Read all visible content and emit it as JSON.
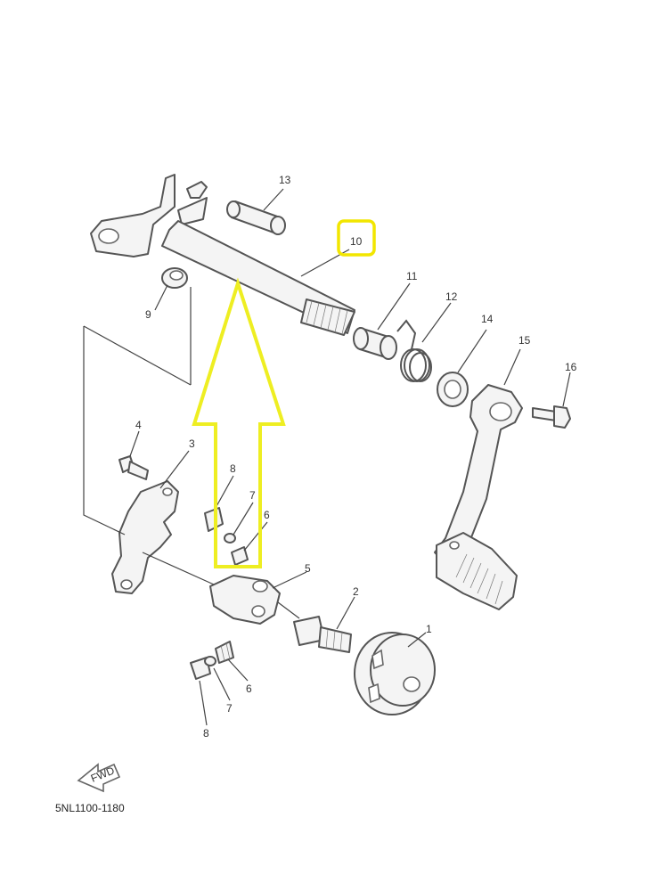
{
  "diagram": {
    "callouts": {
      "p1": "1",
      "p2": "2",
      "p3": "3",
      "p4": "4",
      "p5": "5",
      "p6_upper": "6",
      "p6_lower": "6",
      "p7_upper": "7",
      "p7_lower": "7",
      "p8_upper": "8",
      "p8_lower": "8",
      "p9": "9",
      "p10": "10",
      "p11": "11",
      "p12": "12",
      "p13": "13",
      "p14": "14",
      "p15": "15",
      "p16": "16"
    },
    "fwd_label": "FWD",
    "drawing_code": "5NL1100-1180"
  },
  "annotations": {
    "highlight_color": "#f2e600",
    "arrow_color": "#eeee22",
    "highlighted_part": "10"
  }
}
